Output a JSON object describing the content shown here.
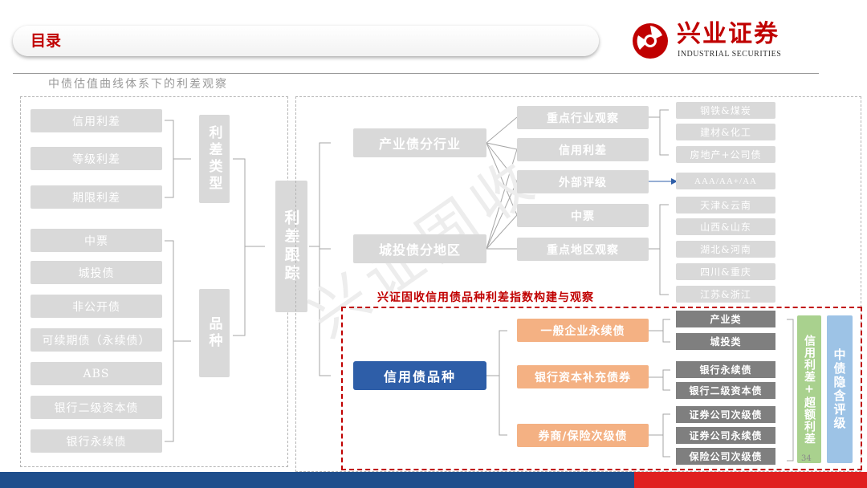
{
  "header": {
    "title": "目录",
    "subtitle": "中债估值曲线体系下的利差观察",
    "logo": {
      "cn": "兴业证券",
      "en": "INDUSTRIAL SECURITIES",
      "color": "#c00000"
    }
  },
  "left_panel": {
    "spread_items": [
      "信用利差",
      "等级利差",
      "期限利差"
    ],
    "spread_group_label": "利差类型",
    "variety_items": [
      "中票",
      "城投债",
      "非公开债",
      "可续期债（永续债）",
      "ABS",
      "银行二级资本债",
      "银行永续债"
    ],
    "variety_group_label": "品种"
  },
  "center_label": "利差跟踪",
  "right_panel": {
    "industry_label": "产业债分行业",
    "region_label": "城投债分地区",
    "mid_items": [
      "重点行业观察",
      "信用利差",
      "外部评级",
      "中票",
      "重点地区观察"
    ],
    "industry_items": [
      "钢铁&煤炭",
      "建材&化工",
      "房地产+公司债"
    ],
    "rating_item": "AAA/AA+/AA",
    "region_items": [
      "天津&云南",
      "山西&山东",
      "湖北&河南",
      "四川&重庆",
      "江苏&浙江"
    ]
  },
  "highlight": {
    "title": "兴证固收信用债品种利差指数构建与观察",
    "main_label": "信用债品种",
    "orange_items": [
      "一般企业永续债",
      "银行资本补充债券",
      "券商/保险次级债"
    ],
    "gray_items": [
      "产业类",
      "城投类",
      "银行永续债",
      "银行二级资本债",
      "证券公司次级债",
      "证券公司永续债",
      "保险公司次级债"
    ],
    "green_label": "信用利差+超额利差",
    "blue_label": "中债隐含评级",
    "colors": {
      "orange": "#f4b183",
      "green": "#a9d18e",
      "blue": "#9dc3e6",
      "dark": "#7f7f7f",
      "main": "#2e5ea8"
    }
  },
  "page_number": "34",
  "watermark": "兴证固收"
}
